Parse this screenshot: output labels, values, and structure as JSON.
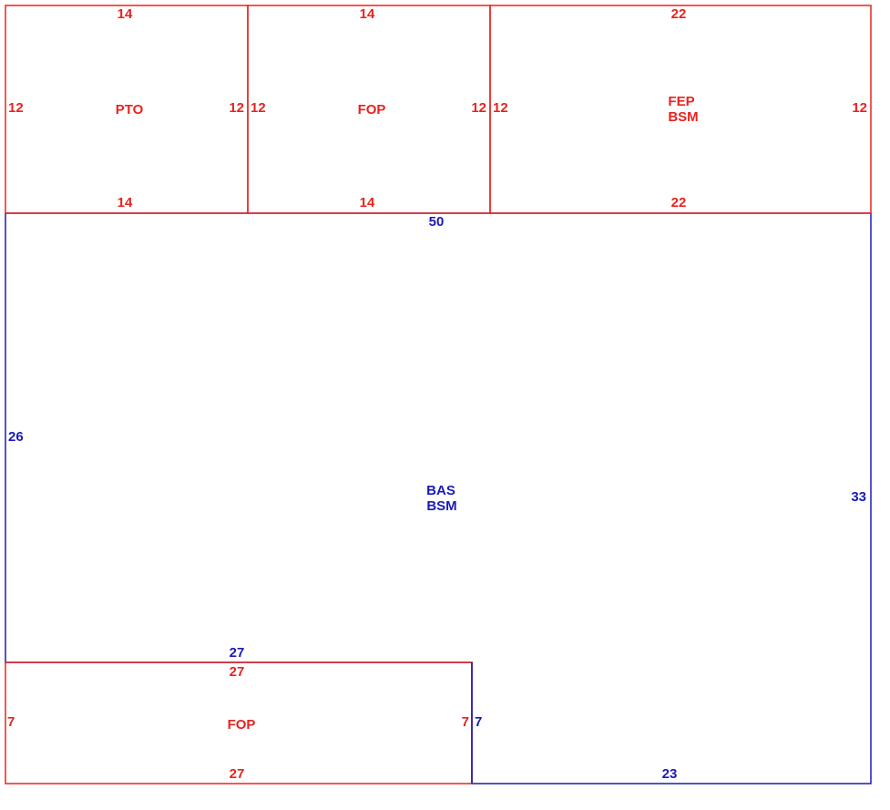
{
  "colors": {
    "red": "#e8231f",
    "blue": "#1a1ab8"
  },
  "areas": [
    {
      "id": "pto",
      "color": "red",
      "label": [
        "PTO"
      ],
      "dims": {
        "top": "14",
        "bottom": "14",
        "left": "12",
        "right": "12"
      }
    },
    {
      "id": "fop_upper",
      "color": "red",
      "label": [
        "FOP"
      ],
      "dims": {
        "top": "14",
        "bottom": "14",
        "left": "12",
        "right": "12"
      }
    },
    {
      "id": "fep",
      "color": "red",
      "label": [
        "FEP",
        "BSM"
      ],
      "dims": {
        "top": "22",
        "bottom": "22",
        "left": "12",
        "right": "12"
      }
    },
    {
      "id": "bas",
      "color": "blue",
      "label": [
        "BAS",
        "BSM"
      ],
      "dims": {
        "top": "50",
        "left": "26",
        "right": "33",
        "notch_top": "27",
        "notch_side": "7",
        "bottom": "23"
      }
    },
    {
      "id": "fop_lower",
      "color": "red",
      "label": [
        "FOP"
      ],
      "dims": {
        "top": "27",
        "bottom": "27",
        "left": "7",
        "right": "7"
      }
    }
  ]
}
